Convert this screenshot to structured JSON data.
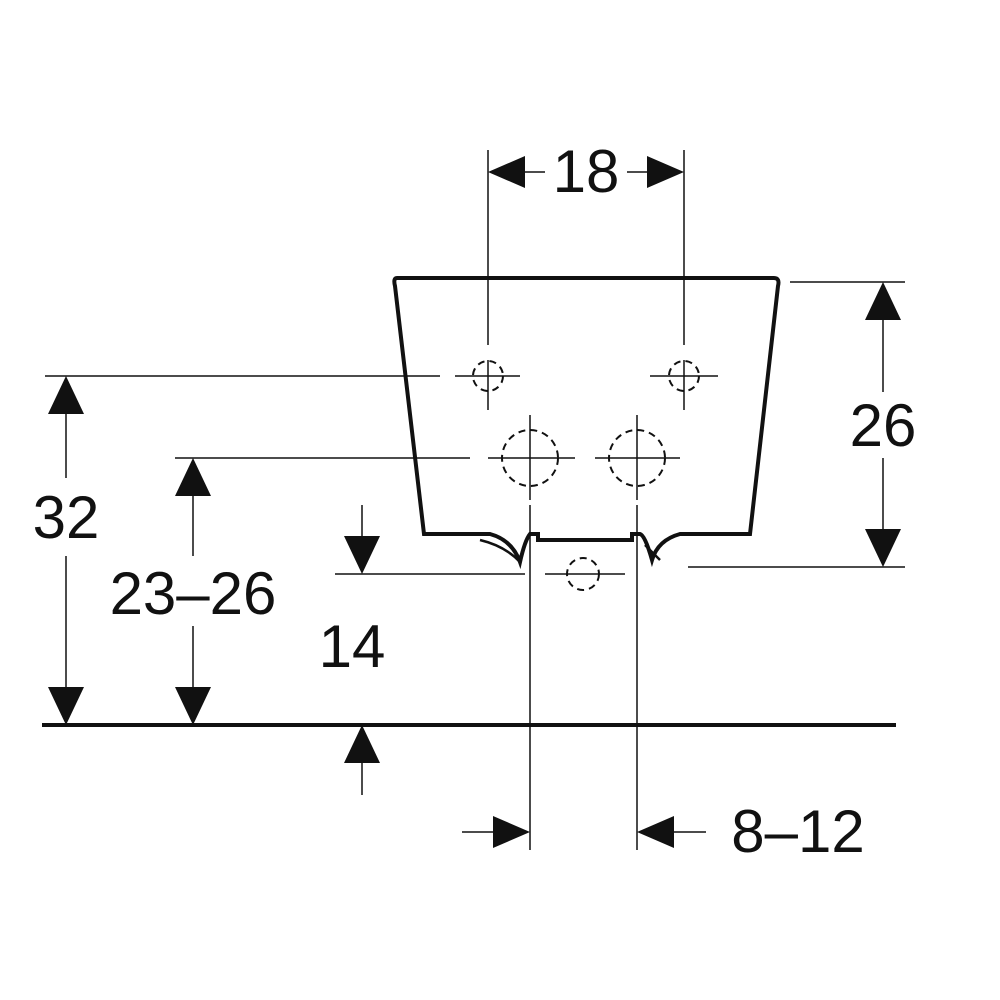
{
  "dimensions": {
    "top_spacing": "18",
    "right_height": "26",
    "left_height": "32",
    "inner_height": "23–26",
    "floor_offset": "14",
    "bottom_width": "8–12"
  }
}
